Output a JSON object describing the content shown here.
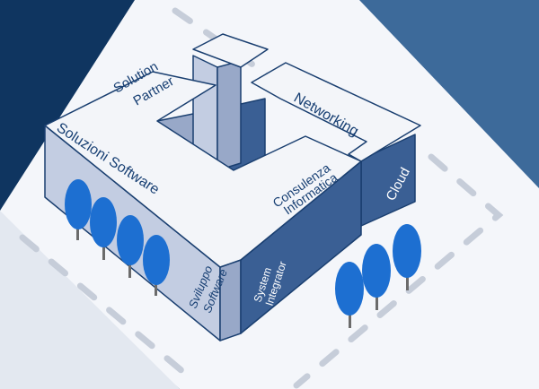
{
  "labels": {
    "solution_partner_1": "Solution",
    "solution_partner_2": "Partner",
    "networking": "Networking",
    "soluzioni_software": "Soluzioni Software",
    "consulenza_1": "Consulenza",
    "consulenza_2": "Informatica",
    "cloud": "Cloud",
    "sviluppo_1": "Sviluppo",
    "sviluppo_2": "Software",
    "system_1": "System",
    "system_2": "Integrator"
  },
  "colors": {
    "bg_dark": "#0f3560",
    "bg_mid": "#2d5a8a",
    "bg_light": "#3d6a9a",
    "ground": "#f4f6fa",
    "road_dash": "#c6cdd9",
    "roof": "#f3f5f9",
    "roof_edge": "#1a3f70",
    "wall_light": "#c3cde2",
    "wall_mid": "#98a8c8",
    "wall_dark": "#3a5f94",
    "tree": "#1d6fd1",
    "tree_dark": "#155bb0",
    "trunk": "#6b6b6b",
    "text": "#173f73",
    "text_light": "#ffffff"
  }
}
